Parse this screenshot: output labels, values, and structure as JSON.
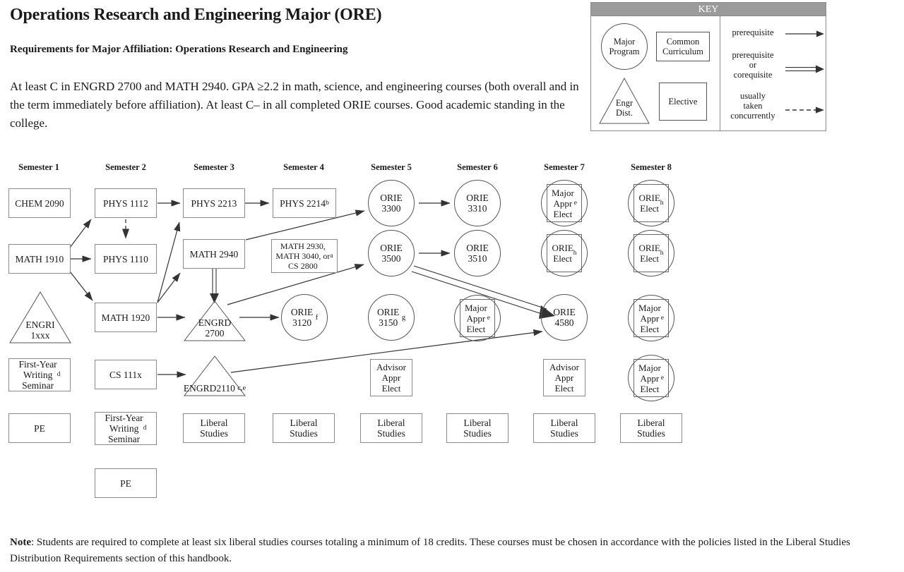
{
  "header": {
    "title": "Operations Research and Engineering Major (ORE)",
    "subtitle": "Requirements for Major Affiliation:  Operations Research and Engineering",
    "body": "At least C in ENGRD 2700 and MATH 2940. GPA ≥2.2 in math, science, and engineering courses (both overall and in the term immediately before affiliation). At least C– in all completed ORIE courses. Good academic standing in the college."
  },
  "key": {
    "title": "KEY",
    "major_program": "Major\nProgram",
    "common_curriculum": "Common\nCurriculum",
    "engr_dist": "Engr\nDist.",
    "elective": "Elective",
    "legend_rows": [
      {
        "label": "prerequisite",
        "style": "solid-arrow"
      },
      {
        "label": "prerequisite\nor\ncorequisite",
        "style": "double-arrow"
      },
      {
        "label": "usually\ntaken\nconcurrently",
        "style": "dashed-arrow"
      }
    ]
  },
  "semesters": [
    "Semester 1",
    "Semester 2",
    "Semester 3",
    "Semester 4",
    "Semester 5",
    "Semester 6",
    "Semester 7",
    "Semester 8"
  ],
  "nodes": {
    "chem2090": "CHEM 2090",
    "math1910": "MATH 1910",
    "engri1xxx": "ENGRI\n1xxx",
    "fws1": "First-Year\nWriting\nSeminar",
    "fws1_sup": "d",
    "pe1": "PE",
    "phys1112": "PHYS 1112",
    "phys1110": "PHYS 1110",
    "math1920": "MATH 1920",
    "cs111x": "CS 111x",
    "fws2": "First-Year\nWriting\nSeminar",
    "fws2_sup": "d",
    "pe2": "PE",
    "phys2213": "PHYS 2213",
    "math2940": "MATH 2940",
    "engrd2700": "ENGRD\n2700",
    "engrd2110": "ENGRD",
    "engrd2110_num": "2110",
    "engrd2110_sup": "c,e",
    "ls3": "Liberal\nStudies",
    "phys2214": "PHYS 2214",
    "phys2214_sup": "b",
    "mathchoice": "MATH 2930,\nMATH 3040, or\nCS 2800",
    "mathchoice_sup": "a",
    "orie3120": "ORIE\n3120",
    "orie3120_sup": "f",
    "ls4": "Liberal\nStudies",
    "orie3300": "ORIE\n3300",
    "orie3500": "ORIE\n3500",
    "orie3150": "ORIE\n3150",
    "orie3150_sup": "g",
    "advisor5": "Advisor\nAppr\nElect",
    "ls5": "Liberal\nStudies",
    "orie3310": "ORIE\n3310",
    "orie3510": "ORIE\n3510",
    "major6": "Major\nAppr\nElect",
    "major6_sup": "e",
    "ls6": "Liberal\nStudies",
    "major7": "Major\nAppr\nElect",
    "major7_sup": "e",
    "orieelect7": "ORIE\nElect",
    "orieelect7_sup": "h",
    "orie4580": "ORIE\n4580",
    "advisor7": "Advisor\nAppr\nElect",
    "ls7": "Liberal\nStudies",
    "orieelect8a": "ORIE\nElect",
    "orieelect8a_sup": "h",
    "orieelect8b": "ORIE\nElect",
    "orieelect8b_sup": "h",
    "major8a": "Major\nAppr\nElect",
    "major8a_sup": "e",
    "major8b": "Major\nAppr\nElect",
    "major8b_sup": "e",
    "ls8": "Liberal\nStudies"
  },
  "note": {
    "label": "Note",
    "text": ": Students are required to complete at least six liberal studies courses totaling a minimum of 18 credits.  These courses must be chosen in accordance with the policies listed in the Liberal Studies Distribution Requirements section of this handbook."
  },
  "colors": {
    "rect_border": "#8a8a8a",
    "circle_border": "#555555",
    "key_bar": "#9b9b9b",
    "arrow": "#444444",
    "text": "#1a1a1a"
  }
}
